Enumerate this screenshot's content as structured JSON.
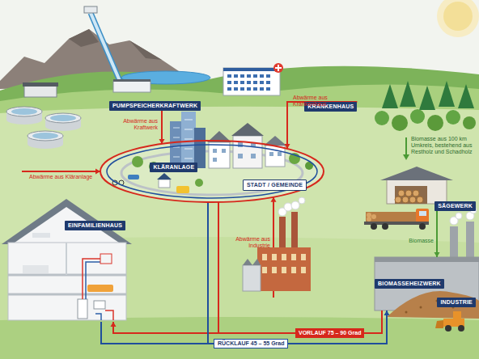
{
  "diagram": {
    "nodes": [
      {
        "text": [
          "PUMPSPEICHERKRAFTWERK"
        ]
      },
      {
        "text": [
          "KRANKENHAUS"
        ]
      },
      {
        "text": [
          "KLÄRANLAGE"
        ]
      },
      {
        "text": [
          "STADT / GEMEINDE"
        ]
      },
      {
        "text": [
          "SÄGEWERK"
        ]
      },
      {
        "text": [
          "EINFAMILIENHAUS"
        ]
      },
      {
        "text": [
          "INDUSTRIE"
        ]
      },
      {
        "text": [
          "BIOMASSEHEIZWERK"
        ]
      }
    ],
    "edges": [
      {
        "from": 0,
        "to": 3,
        "arrow": "to",
        "label": "Abwärme aus Kraftwerk"
      },
      {
        "from": 1,
        "to": 3,
        "arrow": "to",
        "label": "Abwärme aus Krankenhaus"
      },
      {
        "from": 2,
        "to": 3,
        "arrow": "to",
        "label": "Abwärme aus Kläranlage"
      },
      {
        "from": 6,
        "to": 3,
        "arrow": "to",
        "label": "Abwärme aus Industrie"
      },
      {
        "from": 4,
        "to": 7,
        "arrow": "to",
        "label": "Biomasse"
      },
      {
        "from": 7,
        "to": 5,
        "arrow": "to",
        "label": "VORLAUF 75 – 90 Grad"
      },
      {
        "from": 5,
        "to": 7,
        "arrow": "to",
        "label": "RÜCKLAUF 45 – 55 Grad"
      },
      {
        "from": 7,
        "to": 3,
        "arrow": "none"
      },
      {
        "from": 3,
        "to": 7,
        "arrow": "none"
      }
    ],
    "labels": [
      "Biomasse aus 100 km Umkreis, bestehend aus Restholz und Schadholz"
    ]
  }
}
